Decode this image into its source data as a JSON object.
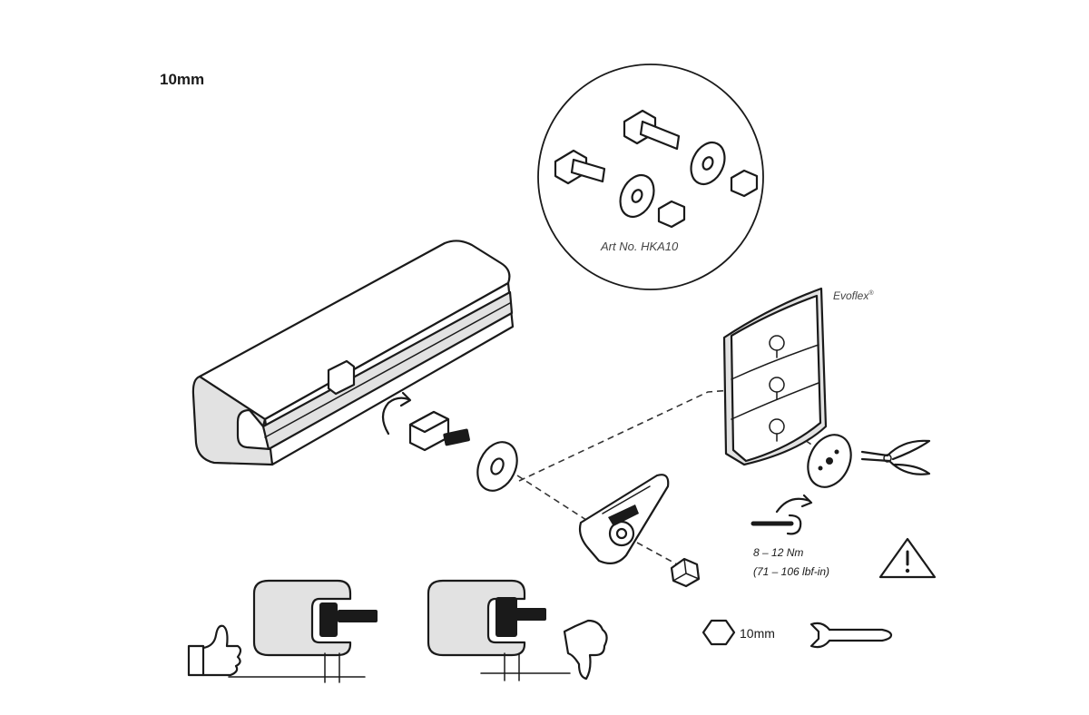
{
  "wrench_size_top": "10mm",
  "kit": {
    "article_number": "Art No. HKA10"
  },
  "brand": {
    "name": "Evoflex",
    "mark": "®"
  },
  "torque": {
    "nm": "8 – 12 Nm",
    "lbf_in": "(71 – 106 lbf-in)"
  },
  "wrench_size_bottom": "10mm",
  "icons": [
    "thumbs-up-icon",
    "thumbs-down-icon",
    "warning-icon",
    "hex-nut-icon",
    "wrench-icon",
    "pliers-icon",
    "torque-arrow-icon"
  ]
}
